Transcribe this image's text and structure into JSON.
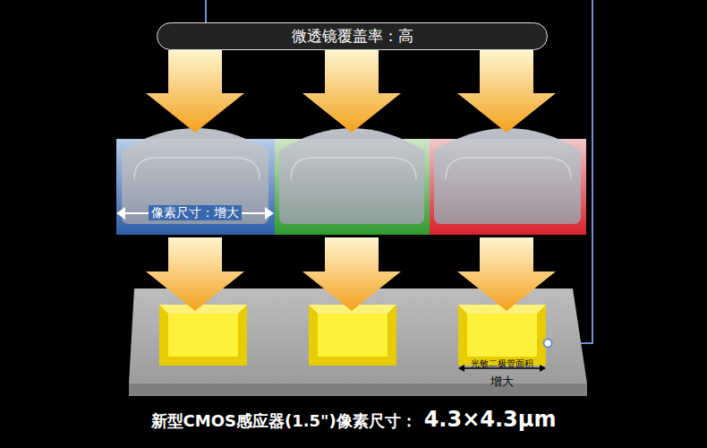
{
  "diagram": {
    "caption": "新型CMOS感应器(1.5\")像素尺寸：",
    "nodes": [
      {
        "text": [
          "微透镜覆盖率：高"
        ]
      }
    ],
    "labels": [
      "像素尺寸：增大",
      "光敏二极管面积",
      "增大",
      "4.3×4.3μm"
    ]
  }
}
